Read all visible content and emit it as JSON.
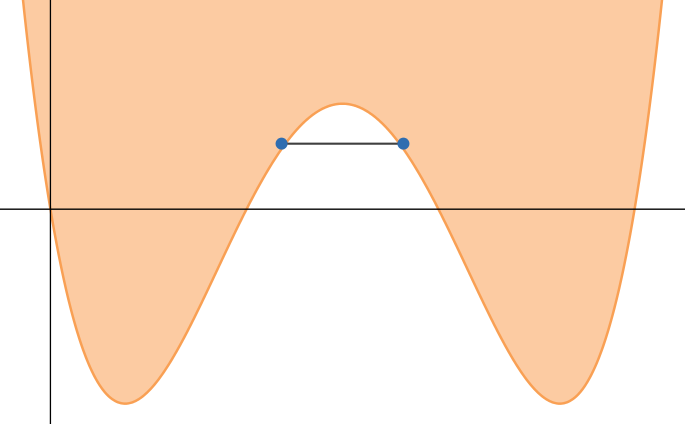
{
  "chart_data": {
    "type": "area",
    "title": "",
    "xlabel": "",
    "ylabel": "",
    "grid": false,
    "legend": "none",
    "xlim": [
      -0.72,
      9.06
    ],
    "ylim": [
      -3.05,
      2.97
    ],
    "curve": {
      "function": "quartic",
      "roots": [
        0,
        2.8,
        5.54,
        8.34
      ],
      "minima": [
        {
          "x": 1.08,
          "y": -2.76
        },
        {
          "x": 7.26,
          "y": -2.76
        }
      ],
      "local_max": {
        "x": 4.17,
        "y": 1.55
      },
      "fill": "above-curve",
      "stroke_color": "#f9a054",
      "fill_color": "#fccba2"
    },
    "segment": {
      "points": [
        {
          "x": 3.3,
          "y": 0.93
        },
        {
          "x": 5.04,
          "y": 0.93
        }
      ],
      "line_color": "#404040",
      "point_color": "#2f6db0"
    },
    "axes": {
      "x_axis_y": 0,
      "y_axis_x": 0,
      "color": "#000000"
    }
  }
}
